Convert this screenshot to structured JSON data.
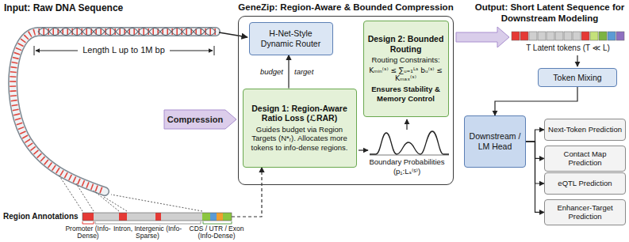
{
  "diagram": {
    "nodes": [
      {
        "text": [
          "GeneZip: Region-Aware & Bounded Compression"
        ]
      },
      {
        "text": [
          "H-Net-Style Dynamic Router"
        ],
        "in": 0
      },
      {
        "text": [
          "Design 1: Region-Aware Ratio Loss (ℒRAR)",
          "Guides budget via Region Targets (N*ᵣ). Allocates more tokens to info-dense regions."
        ],
        "in": 0
      },
      {
        "text": [
          "Design 2: Bounded Routing",
          "Routing Constraints:",
          "Kₘᵢₙ⁽ˢ⁾ ≤ ∑ᵤ₌₁ᴸˢ bᵤ⁽ˢ⁾ ≤ Kₘₐₓ⁽ˢ⁾",
          "Ensures Stability & Memory Control"
        ],
        "in": 0
      },
      {
        "text": [
          "Compression"
        ]
      },
      {
        "text": [
          "Region Annotations"
        ]
      },
      {
        "text": [
          "Token Mixing"
        ]
      },
      {
        "text": [
          "Downstream / LM Head"
        ]
      },
      {
        "text": [
          "Next-Token Prediction"
        ]
      },
      {
        "text": [
          "Contact Map Prediction"
        ]
      },
      {
        "text": [
          "eQTL Prediction"
        ]
      },
      {
        "text": [
          "Enhancer-Target Prediction"
        ]
      }
    ],
    "edges": [
      {
        "from": 2,
        "to": 1,
        "arrow": "to",
        "label": "budget"
      },
      {
        "from": 5,
        "to": 2,
        "arrow": "to"
      },
      {
        "from": 6,
        "to": 7,
        "arrow": "to"
      },
      {
        "from": 7,
        "to": 8,
        "arrow": "to"
      },
      {
        "from": 7,
        "to": 9,
        "arrow": "to"
      },
      {
        "from": 7,
        "to": 10,
        "arrow": "to"
      },
      {
        "from": 7,
        "to": 11,
        "arrow": "to"
      }
    ],
    "labels": [
      "Input: Raw DNA Sequence",
      "Length L up to 1M bp",
      "target",
      "Promoter (Info-Dense)",
      "Intron, Intergenic (Info-Sparse)",
      "CDS / UTR / Exon (Info-Dense)",
      "Boundary Probabilities",
      "(p₁:Lₛ⁽ˢ⁾)",
      "Output: Short Latent Sequence for Downstream Modeling",
      "T Latent tokens (T ≪ L)"
    ]
  }
}
